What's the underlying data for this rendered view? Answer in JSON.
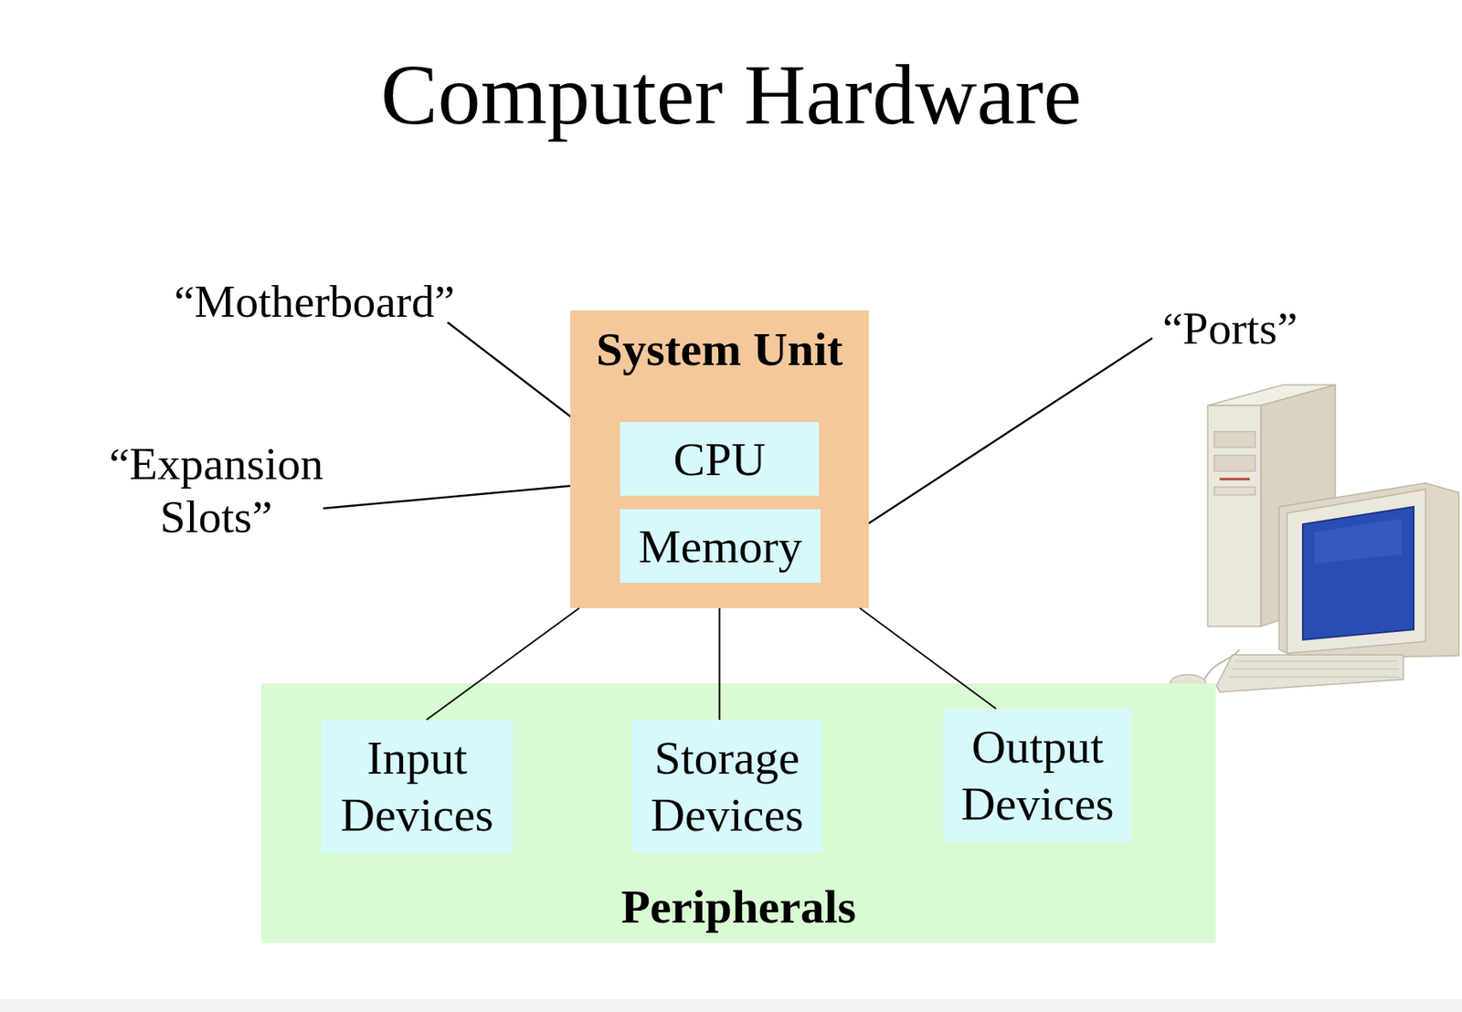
{
  "diagram": {
    "title": "Computer Hardware",
    "nodes": [
      {
        "text": [
          "System Unit"
        ]
      },
      {
        "text": [
          "CPU"
        ],
        "in": 0
      },
      {
        "text": [
          "Memory"
        ],
        "in": 0
      },
      {
        "text": [
          "Peripherals"
        ]
      },
      {
        "text": [
          "Input Devices"
        ],
        "in": 3
      },
      {
        "text": [
          "Storage Devices"
        ],
        "in": 3
      },
      {
        "text": [
          "Output Devices"
        ],
        "in": 3
      }
    ],
    "edges": [
      {
        "from": 0,
        "to": 4,
        "arrow": "none"
      },
      {
        "from": 0,
        "to": 5,
        "arrow": "none"
      },
      {
        "from": 0,
        "to": 6,
        "arrow": "none"
      }
    ],
    "labels": [
      "“Motherboard”",
      "“Expansion Slots”",
      "“Ports”"
    ]
  }
}
